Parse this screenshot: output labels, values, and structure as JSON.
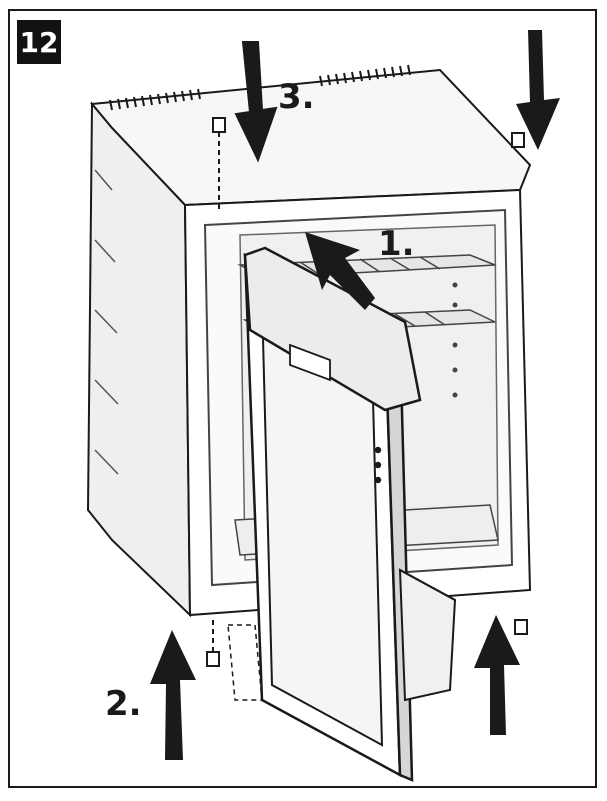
{
  "figure": {
    "number": "12"
  },
  "steps": [
    {
      "label": "1."
    },
    {
      "label": "2."
    },
    {
      "label": "3."
    }
  ],
  "colors": {
    "ink": "#1a1a1a",
    "grey_line": "#555555",
    "fill_light": "#f2f2f2",
    "fill_mid": "#d6d6d6",
    "arrow": "#333333"
  },
  "icons": {
    "arrow_down": "arrow-down-icon",
    "arrow_up": "arrow-up-icon",
    "arrow_diag": "arrow-diagonal-icon"
  }
}
